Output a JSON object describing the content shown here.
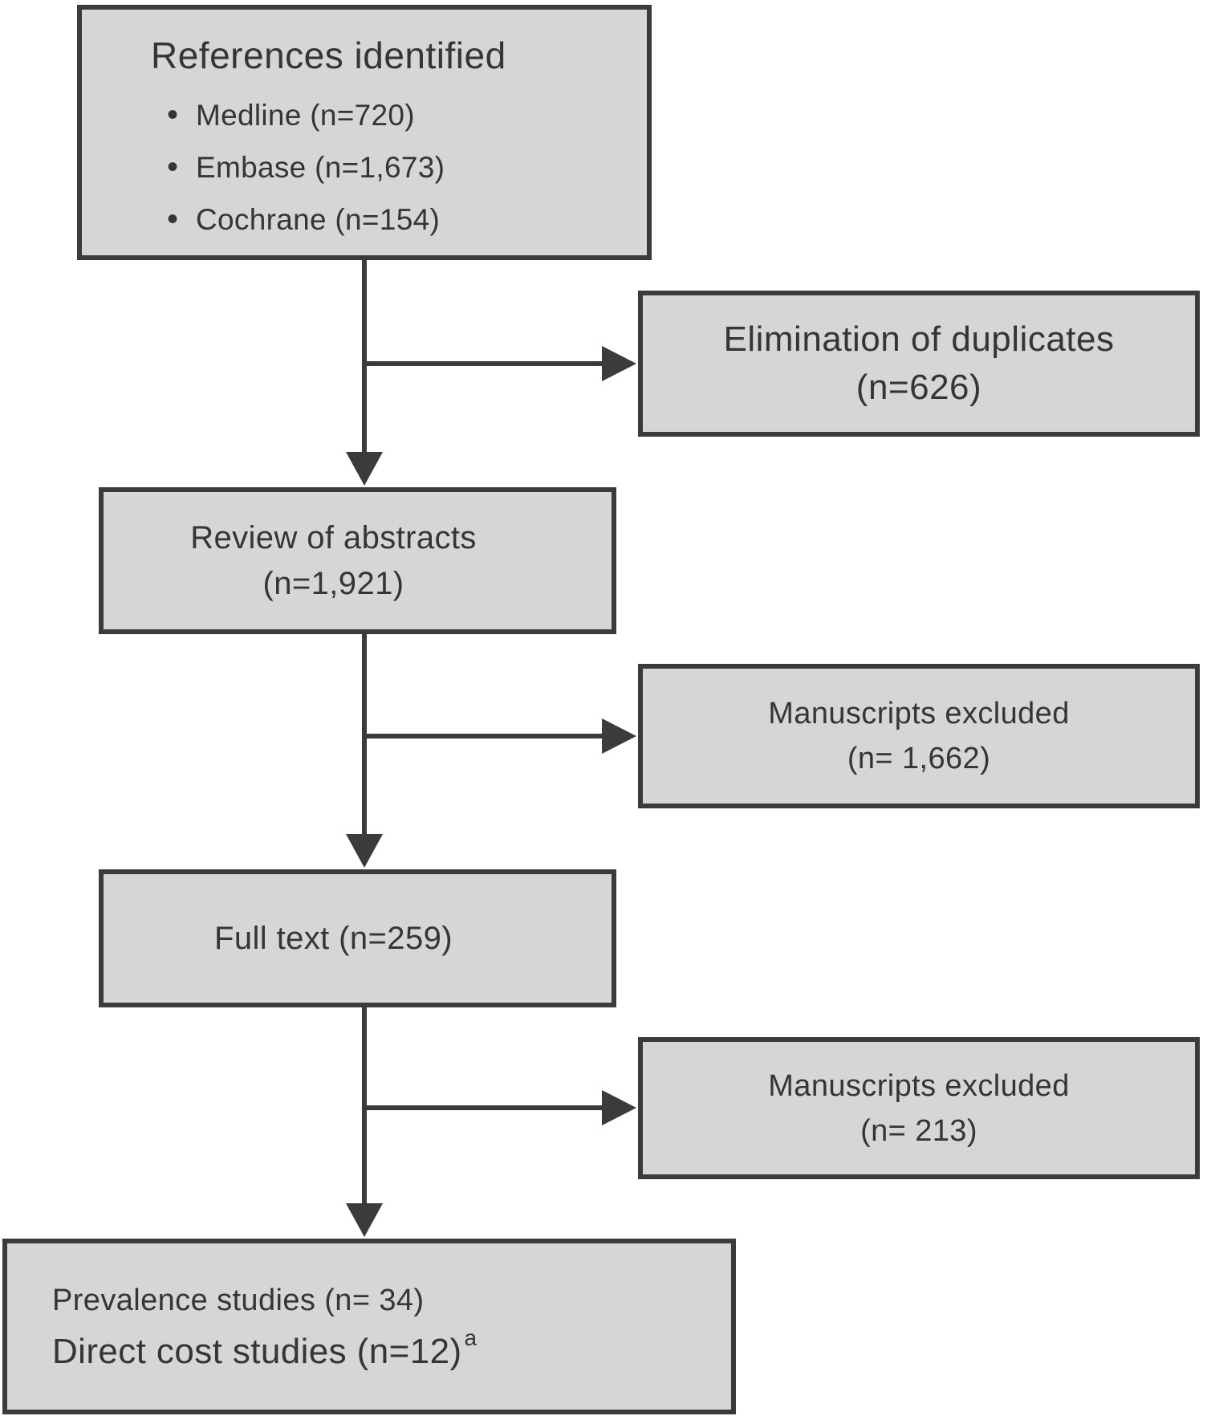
{
  "figure": {
    "type": "flowchart",
    "bullet": "•",
    "boxes": {
      "references": {
        "title": "References identified",
        "items": [
          "Medline (n=720)",
          "Embase (n=1,673)",
          "Cochrane (n=154)"
        ]
      },
      "duplicates": {
        "line1": "Elimination of duplicates",
        "line2": "(n=626)"
      },
      "abstracts": {
        "line1": "Review of abstracts",
        "line2": "(n=1,921)"
      },
      "excluded_abstracts": {
        "line1": "Manuscripts excluded",
        "line2": "(n= 1,662)"
      },
      "fulltext": {
        "line1": "Full text (n=259)"
      },
      "excluded_fulltext": {
        "line1": "Manuscripts excluded",
        "line2": "(n= 213)"
      },
      "included": {
        "line1": "Prevalence studies (n= 34)",
        "line2": "Direct cost studies (n=12)",
        "footnote_marker": "a"
      }
    },
    "colors": {
      "box_fill": "#d5d6d8",
      "box_border": "#3a3b3d",
      "text": "#343537",
      "background": "#ffffff"
    }
  }
}
